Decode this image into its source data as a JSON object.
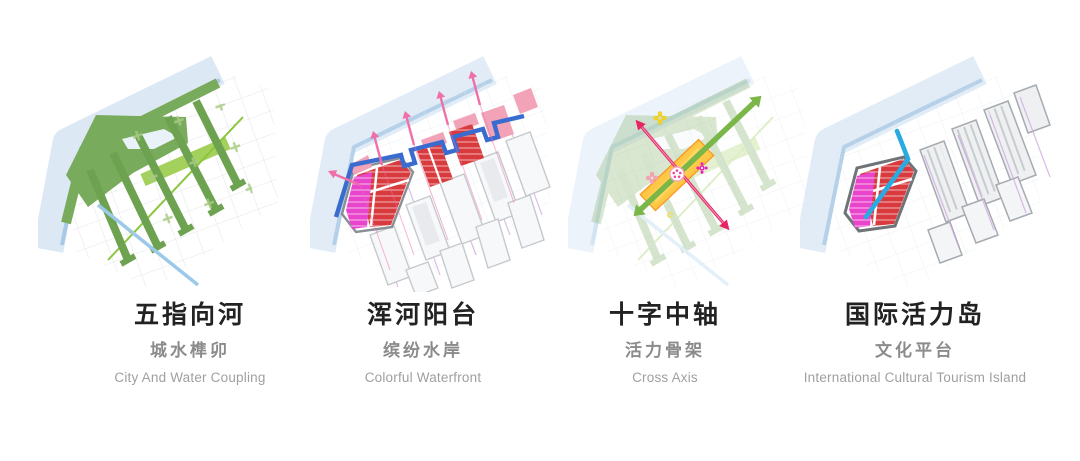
{
  "page": {
    "background": "#ffffff",
    "kind": "urban-design concept strategy diagrams, 4 panels"
  },
  "panels": [
    {
      "title": "五指向河",
      "subtitle": "城水榫卯",
      "caption": "City And Water Coupling",
      "diagram": "green finger corridors linking city grid to river"
    },
    {
      "title": "浑河阳台",
      "subtitle": "缤纷水岸",
      "caption": "Colorful Waterfront",
      "diagram": "stepped blue promenade with red/pink waterfront blocks and arrows to river"
    },
    {
      "title": "十字中轴",
      "subtitle": "活力骨架",
      "caption": "Cross Axis",
      "diagram": "orange central spine with green axis arrow crossed by red axis arrow"
    },
    {
      "title": "国际活力岛",
      "subtitle": "文化平台",
      "caption": "International Cultural Tourism Island",
      "diagram": "highlighted island parcel (red/magenta) with cyan waterfront edge among gray blocks"
    }
  ],
  "palette": {
    "river": "#dcE9f5",
    "river_edge": "#a9c9e6",
    "grid_line": "#dfe3e6",
    "green": "#79ab5c",
    "green_bright": "#a4d15c",
    "green_line": "#8cc63f",
    "canal_blue": "#9cc9ea",
    "promenade_blue": "#3a6cd0",
    "block_red": "#d93a3d",
    "block_magenta": "#e845cc",
    "block_pink": "#f2a3b8",
    "arrow_pink": "#ef6fa8",
    "axis_orange": "#fbb040",
    "axis_orange_core": "#ffd966",
    "axis_red": "#e62565",
    "island_cyan": "#29abe2",
    "gray_block": "#e9ebed",
    "violet_line": "#cda4de",
    "text_title": "#222222",
    "text_sub": "#8b8b8b",
    "text_en": "#9f9f9f"
  }
}
